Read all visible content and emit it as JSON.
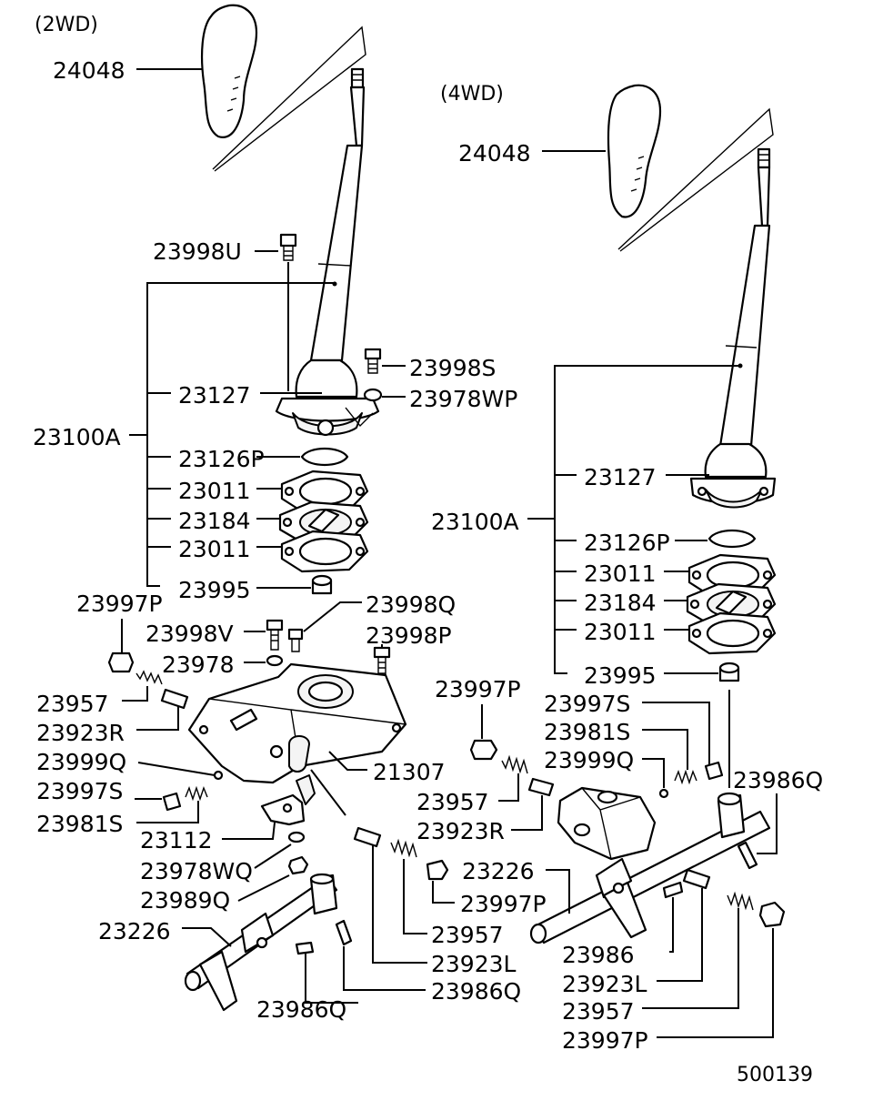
{
  "diagram": {
    "variant_2wd": "(2WD)",
    "variant_4wd": "(4WD)",
    "drawing_number": "500139",
    "parts_2wd": {
      "knob": "24048",
      "bolt_u": "23998U",
      "bolt_s": "23998S",
      "washer_wp": "23978WP",
      "boot": "23127",
      "lever_assy": "23100A",
      "seat": "23126P",
      "gasket_upper": "23011",
      "plate": "23184",
      "gasket_lower": "23011",
      "bushing": "23995",
      "plug_p": "23997P",
      "bolt_v": "23998V",
      "bolt_q": "23998Q",
      "bolt_p": "23998P",
      "washer": "23978",
      "spring": "23957",
      "pin_r": "23923R",
      "ball": "23999Q",
      "case": "21307",
      "plug_s": "23997S",
      "spring_s": "23981S",
      "bracket": "23112",
      "washer_wq": "23978WQ",
      "nut": "23989Q",
      "shaft": "23226",
      "spring_b": "23957",
      "pin_l": "23923L",
      "plug_p_b": "23997P",
      "roll_pin_a": "23986Q",
      "roll_pin_b": "23986Q"
    },
    "parts_4wd": {
      "knob": "24048",
      "boot": "23127",
      "lever_assy": "23100A",
      "seat": "23126P",
      "gasket_upper": "23011",
      "plate": "23184",
      "gasket_lower": "23011",
      "bushing": "23995",
      "plug_p": "23997P",
      "plug_s": "23997S",
      "spring_s": "23981S",
      "ball": "23999Q",
      "spring": "23957",
      "pin_r": "23923R",
      "roll_pin_q": "23986Q",
      "shaft": "23226",
      "roll_pin": "23986",
      "pin_l": "23923L",
      "spring_b": "23957",
      "plug_p_b": "23997P"
    }
  }
}
